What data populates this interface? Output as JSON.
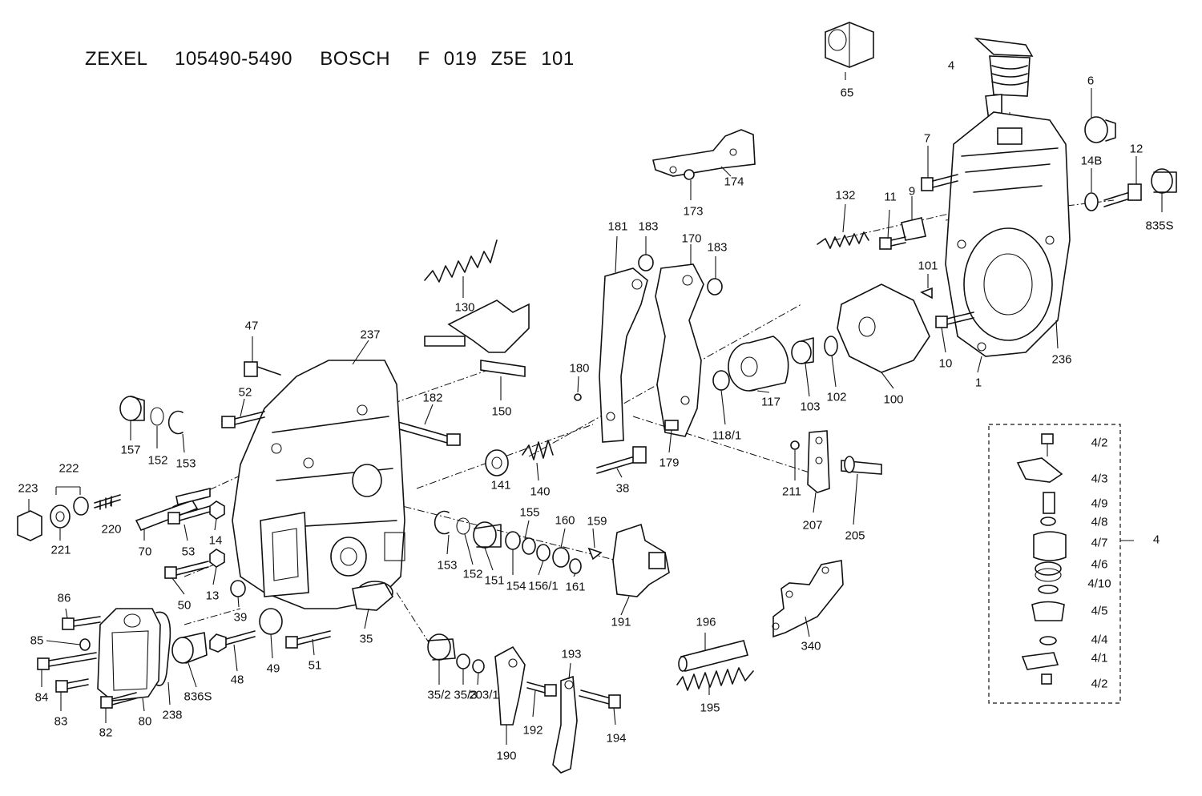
{
  "title": "ZEXEL  105490-5490  BOSCH  F 019 Z5E 101",
  "colors": {
    "ink": "#111111",
    "paper": "#ffffff"
  },
  "labels": {
    "l65": "65",
    "l4top": "4",
    "l6": "6",
    "l7": "7",
    "l12": "12",
    "l14B": "14B",
    "l835S": "835S",
    "l9": "9",
    "l11": "11",
    "l132": "132",
    "l174": "174",
    "l173": "173",
    "l181": "181",
    "l183a": "183",
    "l170": "170",
    "l183b": "183",
    "l101": "101",
    "l130": "130",
    "l47": "47",
    "l237": "237",
    "l150": "150",
    "l180": "180",
    "l182": "182",
    "l52": "52",
    "l157": "157",
    "l152a": "152",
    "l153a": "153",
    "l222": "222",
    "l223": "223",
    "l221": "221",
    "l220": "220",
    "l70": "70",
    "l53": "53",
    "l14": "14",
    "l13": "13",
    "l50": "50",
    "l39": "39",
    "l141": "141",
    "l140": "140",
    "l38": "38",
    "l179": "179",
    "l118_1": "118/1",
    "l117": "117",
    "l103": "103",
    "l102": "102",
    "l100": "100",
    "l10": "10",
    "l1": "1",
    "l236": "236",
    "l211": "211",
    "l207": "207",
    "l205": "205",
    "l155": "155",
    "l160": "160",
    "l159": "159",
    "l153b": "153",
    "l152b": "152",
    "l151": "151",
    "l154": "154",
    "l156_1": "156/1",
    "l161": "161",
    "l191": "191",
    "l86": "86",
    "l85": "85",
    "l84": "84",
    "l83": "83",
    "l82": "82",
    "l80": "80",
    "l238": "238",
    "l836S": "836S",
    "l48": "48",
    "l49": "49",
    "l35": "35",
    "l51": "51",
    "l35_2": "35/2",
    "l35_3": "35/3",
    "l203_1": "203/1",
    "l192": "192",
    "l190": "190",
    "l193": "193",
    "l194": "194",
    "l196": "196",
    "l195": "195",
    "l340": "340",
    "l4_2a": "4/2",
    "l4_3": "4/3",
    "l4_9": "4/9",
    "l4_8": "4/8",
    "l4_7": "4/7",
    "l4_6": "4/6",
    "l4_10": "4/10",
    "l4_5": "4/5",
    "l4_4": "4/4",
    "l4_1": "4/1",
    "l4_2b": "4/2",
    "l4side": "4"
  }
}
